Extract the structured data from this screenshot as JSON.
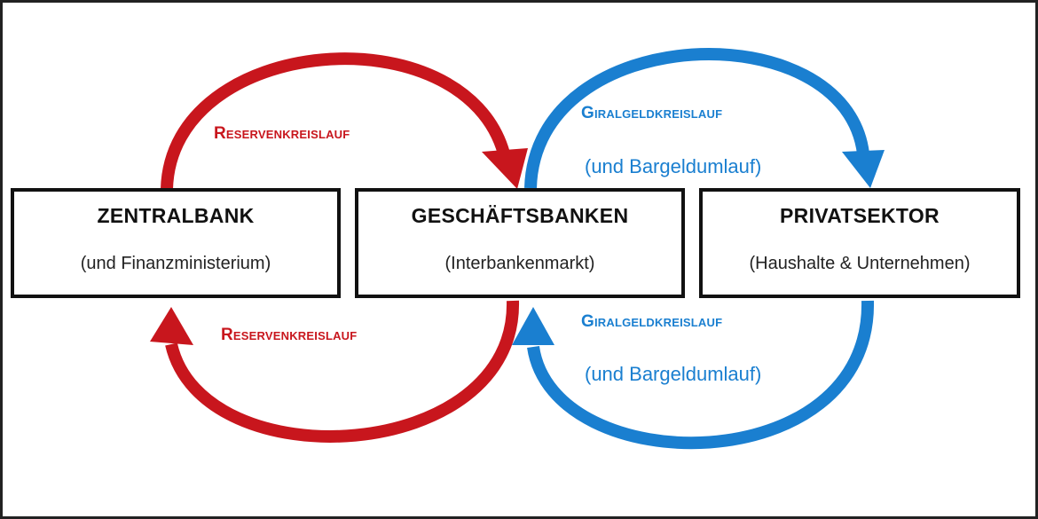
{
  "boxes": {
    "zentralbank": {
      "title": "ZENTRALBANK",
      "subtitle": "(und Finanzministerium)"
    },
    "geschaeftsbanken": {
      "title": "GESCHÄFTSBANKEN",
      "subtitle": "(Interbankenmarkt)"
    },
    "privatsektor": {
      "title": "PRIVATSEKTOR",
      "subtitle": "(Haushalte & Unternehmen)"
    }
  },
  "flows": {
    "reserve_top": "Reservenkreislauf",
    "reserve_bottom": "Reservenkreislauf",
    "giral_top": "Giralgeldkreislauf",
    "giral_top_sub": "(und Bargeldumlauf)",
    "giral_bottom": "Giralgeldkreislauf",
    "giral_bottom_sub": "(und Bargeldumlauf)"
  },
  "colors": {
    "reserve": "#c8161d",
    "giral": "#1a7fd0",
    "box_border": "#111111"
  }
}
